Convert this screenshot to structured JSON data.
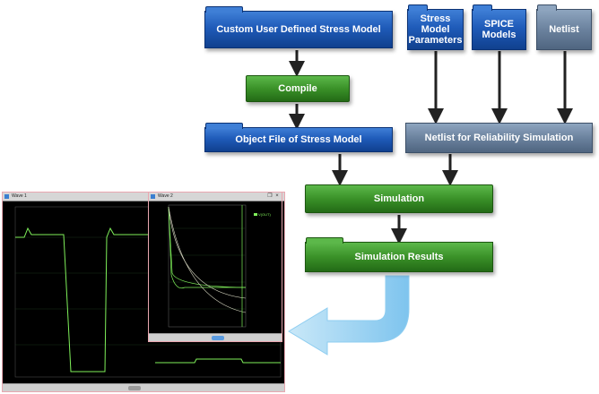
{
  "nodes": {
    "custom_model": "Custom User Defined Stress Model",
    "stress_params": "Stress Model Parameters",
    "spice_models": "SPICE Models",
    "netlist": "Netlist",
    "compile": "Compile",
    "object_file": "Object File of Stress Model",
    "netlist_reliability": "Netlist for Reliability Simulation",
    "simulation": "Simulation",
    "simulation_results": "Simulation Results"
  },
  "windows": {
    "wave1": {
      "title": "Wave 1"
    },
    "wave2": {
      "title": "Wave 2",
      "legend": "V(OUT)"
    }
  },
  "colors": {
    "blue": "#1f5bb9",
    "green": "#3a9128",
    "grey": "#6b829e",
    "arrow": "#222222",
    "result_arrow": "#8ecdf0",
    "waveform": "#7ff05a",
    "window_border": "#e9a7b0"
  }
}
